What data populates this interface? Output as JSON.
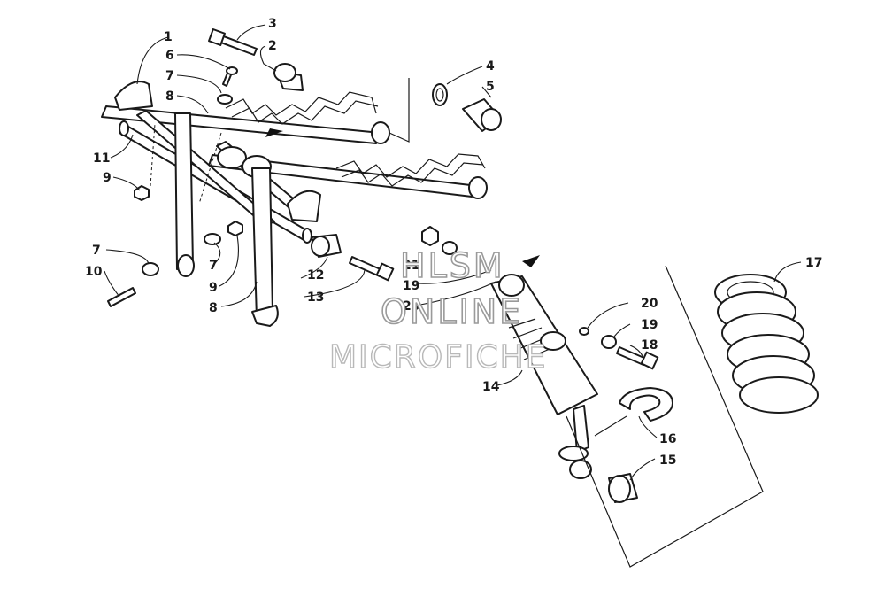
{
  "callouts": {
    "c1": "1",
    "c2": "2",
    "c3": "3",
    "c4": "4",
    "c5": "5",
    "c6": "6",
    "c7a": "7",
    "c8a": "8",
    "c9a": "9",
    "c11": "11",
    "c7b": "7",
    "c10": "10",
    "c7c": "7",
    "c9b": "9",
    "c8b": "8",
    "c12": "12",
    "c13": "13",
    "c21": "21",
    "c19a": "19",
    "c20a": "20",
    "c14": "14",
    "c20b": "20",
    "c19b": "19",
    "c18": "18",
    "c16": "16",
    "c15": "15",
    "c17": "17"
  },
  "watermark": {
    "line1": "HLSM",
    "line2": "ONLINE",
    "line3": "MICROFICHE"
  }
}
